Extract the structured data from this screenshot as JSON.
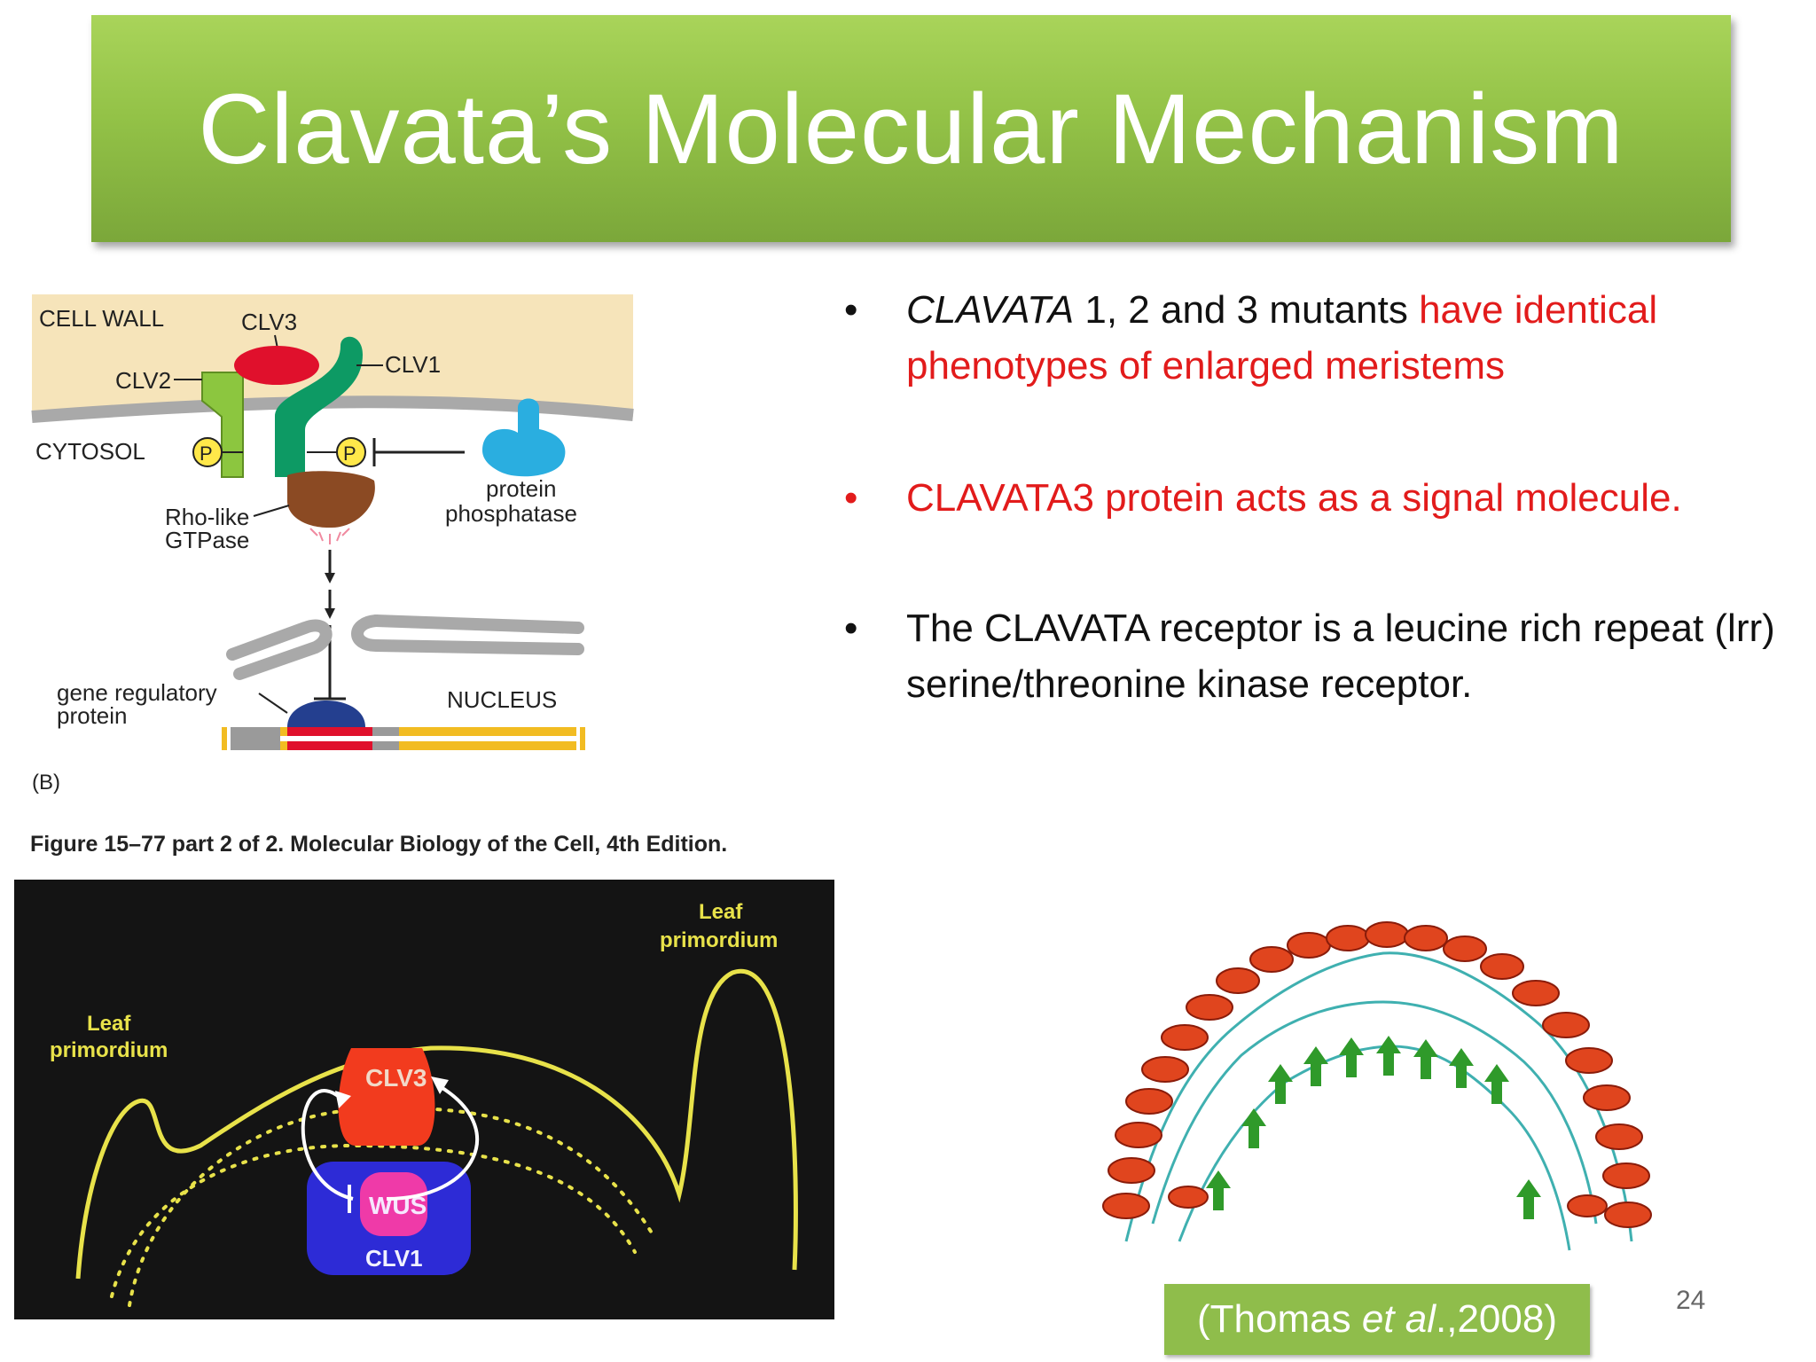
{
  "title": "Clavata’s Molecular Mechanism",
  "bullets": [
    {
      "italic": "CLAVATA",
      "plain": " 1, 2 and 3 mutants ",
      "red": "have identical phenotypes of enlarged meristems"
    },
    {
      "red": "CLAVATA3 protein acts as a signal molecule."
    },
    {
      "plain": "The CLAVATA receptor is a leucine rich repeat (lrr) serine/threonine kinase receptor."
    }
  ],
  "diagram_top": {
    "cell_wall": "CELL WALL",
    "clv3": "CLV3",
    "clv1": "CLV1",
    "clv2": "CLV2",
    "cytosol": "CYTOSOL",
    "p": "P",
    "protein_phosphatase_1": "protein",
    "protein_phosphatase_2": "phosphatase",
    "rho_1": "Rho-like",
    "rho_2": "GTPase",
    "gene_reg_1": "gene regulatory",
    "gene_reg_2": "protein",
    "nucleus": "NUCLEUS",
    "panel": "(B)",
    "caption": "Figure 15–77 part 2 of 2. Molecular Biology of the Cell, 4th Edition."
  },
  "diagram_bottom": {
    "leaf": "Leaf",
    "primordium": "primordium",
    "clv3": "CLV3",
    "wus": "WUS",
    "clv1": "CLV1"
  },
  "citation": {
    "pre": "(Thomas ",
    "italic": "et al",
    "post": ".,2008)"
  },
  "slide_number": "24",
  "colors": {
    "banner": "#93c247",
    "red_text": "#e21b1b",
    "cell_wall": "#f6e4ba",
    "clv3": "#e0102c",
    "clv1": "#0d9a64",
    "clv2": "#8cc63f",
    "phosphatase": "#2aaee0",
    "gtpase": "#8b4a23",
    "nucleus_protein": "#243f8f",
    "dna": "#f2bc22"
  }
}
